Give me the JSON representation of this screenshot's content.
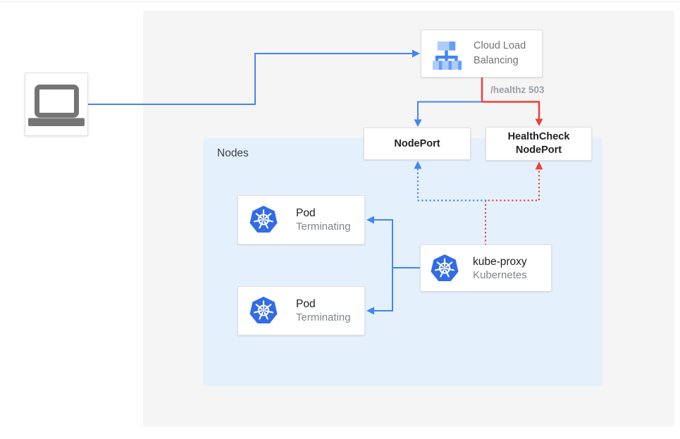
{
  "diagram": {
    "nodes_panel": {
      "label": "Nodes"
    },
    "client": {
      "description": "laptop client"
    },
    "cloud_load_balancing": {
      "line1": "Cloud Load",
      "line2": "Balancing"
    },
    "healthz_label": "/healthz 503",
    "nodeport": {
      "label": "NodePort"
    },
    "healthcheck_nodeport": {
      "line1": "HealthCheck",
      "line2": "NodePort"
    },
    "pods": [
      {
        "title": "Pod",
        "status": "Terminating"
      },
      {
        "title": "Pod",
        "status": "Terminating"
      }
    ],
    "kube_proxy": {
      "title": "kube-proxy",
      "subtitle": "Kubernetes"
    },
    "colors": {
      "flow_blue": "#4285f4",
      "flow_red": "#ea4335",
      "kubernetes_blue": "#326ce5",
      "lb_icon_light_blue": "#aecbfa",
      "lb_icon_medium_blue": "#669df6",
      "laptop_gray": "#757575",
      "background_panel": "#f5f5f5",
      "nodes_panel_blue": "#e4f1fc"
    }
  }
}
